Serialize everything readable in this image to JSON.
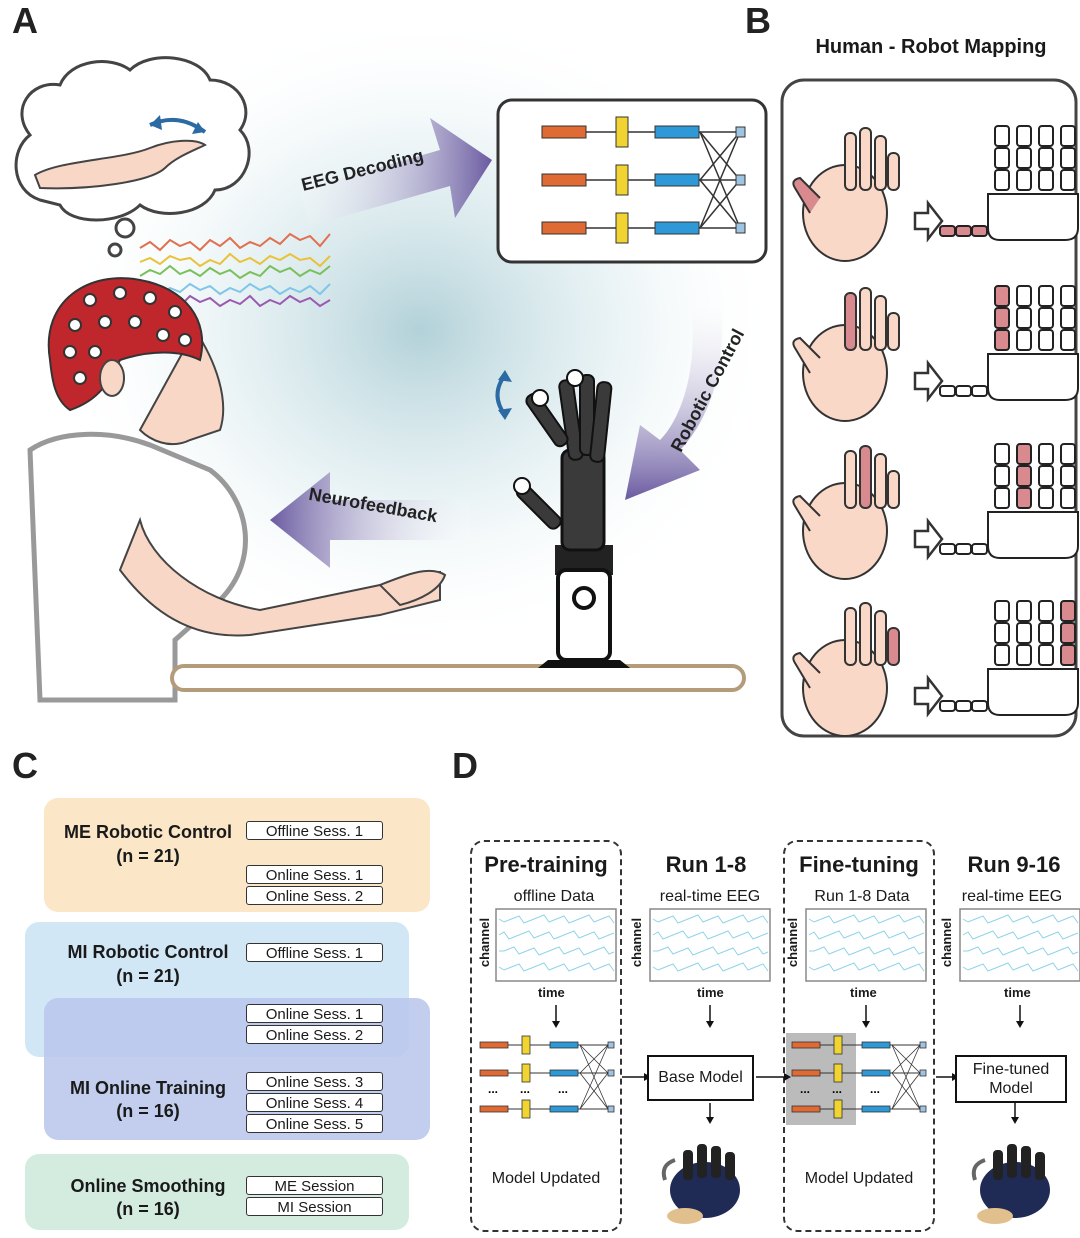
{
  "panels": {
    "a": "A",
    "b": "B",
    "c": "C",
    "d": "D"
  },
  "panel_a": {
    "eeg_decoding": "EEG Decoding",
    "robotic_control": "Robotic Control",
    "neurofeedback": "Neurofeedback"
  },
  "panel_b": {
    "title": "Human - Robot Mapping"
  },
  "panel_c": {
    "groups": [
      {
        "title": "ME Robotic Control",
        "n": "(n = 21)",
        "color": "#fbe7c8",
        "sessions": [
          "Offline Sess. 1",
          "Online Sess. 1",
          "Online Sess. 2"
        ]
      },
      {
        "title": "MI Robotic Control",
        "n": "(n = 21)",
        "color": "#cfe6f5",
        "sessions": [
          "Offline Sess. 1",
          "Online Sess. 1",
          "Online Sess. 2"
        ]
      },
      {
        "title": "MI Online Training",
        "n": "(n = 16)",
        "color": "#b9c7ec",
        "sessions": [
          "Online Sess. 3",
          "Online Sess. 4",
          "Online Sess. 5"
        ]
      },
      {
        "title": "Online Smoothing",
        "n": "(n = 16)",
        "color": "#d3ecdf",
        "sessions": [
          "ME Session",
          "MI Session"
        ]
      }
    ]
  },
  "panel_d": {
    "columns": [
      {
        "head": "Pre-training",
        "sub": "offline Data",
        "bottom": "Model Updated"
      },
      {
        "head": "Run 1-8",
        "sub": "real-time EEG",
        "model": "Base Model"
      },
      {
        "head": "Fine-tuning",
        "sub": "Run 1-8 Data",
        "bottom": "Model Updated"
      },
      {
        "head": "Run 9-16",
        "sub": "real-time EEG",
        "model": "Fine-tuned Model"
      }
    ],
    "axis_channel": "channel",
    "axis_time": "time",
    "ellipsis": "..."
  }
}
